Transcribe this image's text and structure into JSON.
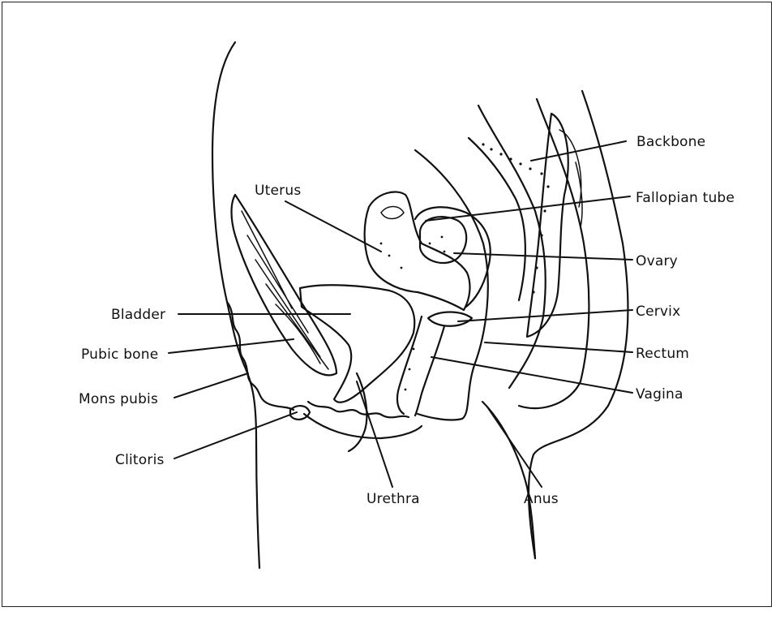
{
  "labels": {
    "uterus": "Uterus",
    "backbone": "Backbone",
    "fallopian_tube": "Fallopian tube",
    "ovary": "Ovary",
    "cervix": "Cervix",
    "rectum": "Rectum",
    "vagina": "Vagina",
    "bladder": "Bladder",
    "pubic_bone": "Pubic bone",
    "mons_pubis": "Mons pubis",
    "clitoris": "Clitoris",
    "urethra": "Urethra",
    "anus": "Anus"
  }
}
